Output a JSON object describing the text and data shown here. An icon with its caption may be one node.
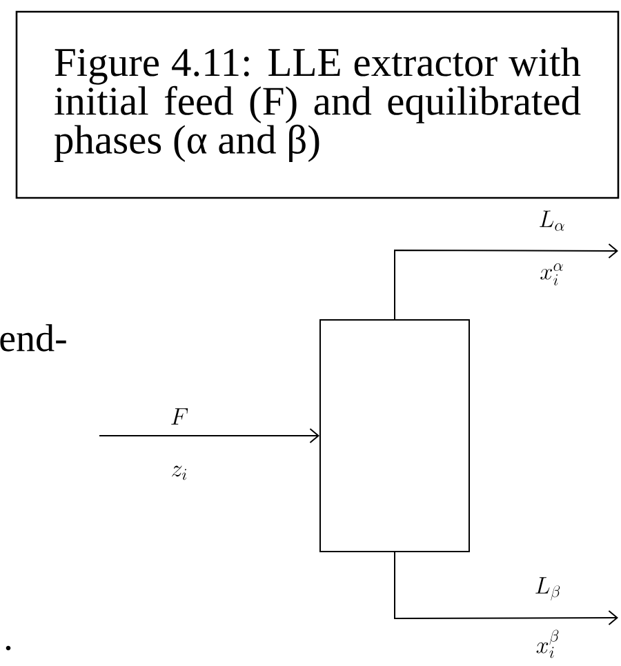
{
  "diagram": {
    "nodes": [
      {
        "text": [
          "Figure 4.11: LLE extractor with initial feed (F) and equilibrated phases (α and β)"
        ]
      },
      {
        "text": [],
        "shape": "box"
      }
    ],
    "edges": [
      {
        "from": null,
        "to": 1,
        "arrow": "to"
      },
      {
        "from": 1,
        "to": null,
        "arrow": "to"
      },
      {
        "from": 1,
        "to": null,
        "arrow": "to"
      }
    ],
    "labels": [
      "end-",
      ".",
      "F",
      "z_i",
      "L_\\alpha",
      "x_i^\\alpha",
      "L_\\beta",
      "x_i^\\beta"
    ]
  }
}
